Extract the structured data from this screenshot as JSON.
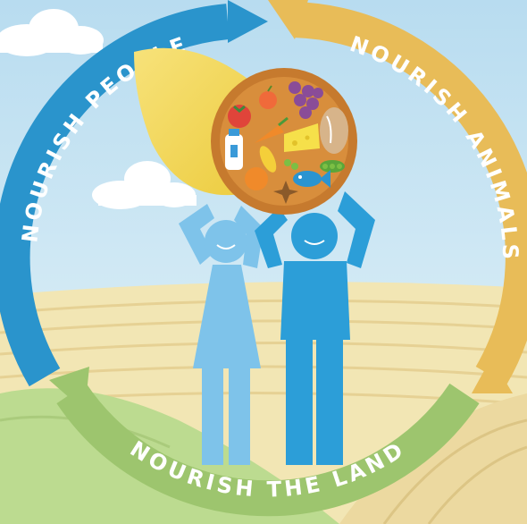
{
  "cycle": {
    "labels": {
      "people": "NOURISH PEOPLE",
      "animals": "NOURISH ANIMALS",
      "land": "NOURISH THE LAND"
    }
  },
  "colors": {
    "sky_top": "#b8dcf0",
    "sky_bottom": "#e6f4f8",
    "field_light": "#f2e6b4",
    "field_dark": "#e6d194",
    "hill_green": "#bcdb90",
    "arrow_people": "#2a94cc",
    "arrow_animals": "#e8bc58",
    "arrow_land": "#9dc56e",
    "figure_light": "#7ec3ea",
    "figure_dark": "#2c9ed8",
    "horn_yellow": "#f2da5a",
    "horn_rim": "#c67a2e",
    "horn_inner": "#d88e3c"
  },
  "icons": [
    "cloud-icon",
    "cornucopia-icon",
    "person-icon",
    "cycle-arrow-icon",
    "milk-bottle-icon",
    "fish-icon",
    "cheese-icon",
    "bread-icon",
    "grapes-icon",
    "tomato-icon",
    "carrot-icon",
    "orange-icon",
    "corn-icon",
    "peas-icon"
  ]
}
